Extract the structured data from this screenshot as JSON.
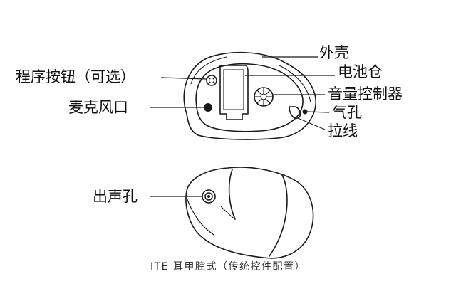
{
  "labels": {
    "shell": "外壳",
    "battery_door": "电池仓",
    "program_button": "程序按钮（可选）",
    "volume_control": "音量控制器",
    "microphone_port": "麦克风口",
    "vent": "气孔",
    "pull_wire": "拉线",
    "sound_outlet": "出声孔"
  },
  "caption": "ITE 耳甲腔式（传统控件配置）"
}
